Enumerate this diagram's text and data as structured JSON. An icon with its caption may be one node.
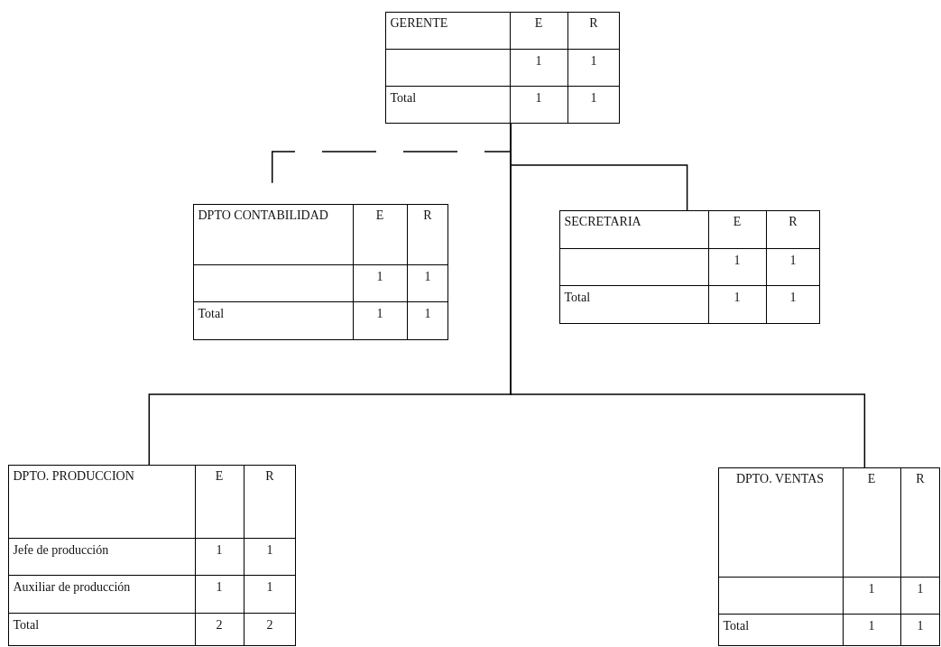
{
  "diagram": {
    "nodes": [
      {
        "text": [
          "GERENTE",
          "E",
          "R",
          "1",
          "1",
          "Total",
          "1",
          "1"
        ]
      },
      {
        "text": [
          "DPTO CONTABILIDAD",
          "E",
          "R",
          "1",
          "1",
          "Total",
          "1",
          "1"
        ]
      },
      {
        "text": [
          "SECRETARIA",
          "E",
          "R",
          "1",
          "1",
          "Total",
          "1",
          "1"
        ]
      },
      {
        "text": [
          "DPTO. PRODUCCION",
          "E",
          "R",
          "Jefe de producción",
          "1",
          "1",
          "Auxiliar de producción",
          "1",
          "1",
          "Total",
          "2",
          "2"
        ]
      },
      {
        "text": [
          "DPTO. VENTAS",
          "E",
          "R",
          "1",
          "1",
          "Total",
          "1",
          "1"
        ]
      }
    ],
    "edges": [
      {
        "from": 0,
        "to": 1,
        "arrow": "none",
        "style": "dashed"
      },
      {
        "from": 0,
        "to": 2,
        "arrow": "none"
      },
      {
        "from": 0,
        "to": 3,
        "arrow": "none"
      },
      {
        "from": 0,
        "to": 4,
        "arrow": "none"
      }
    ]
  }
}
